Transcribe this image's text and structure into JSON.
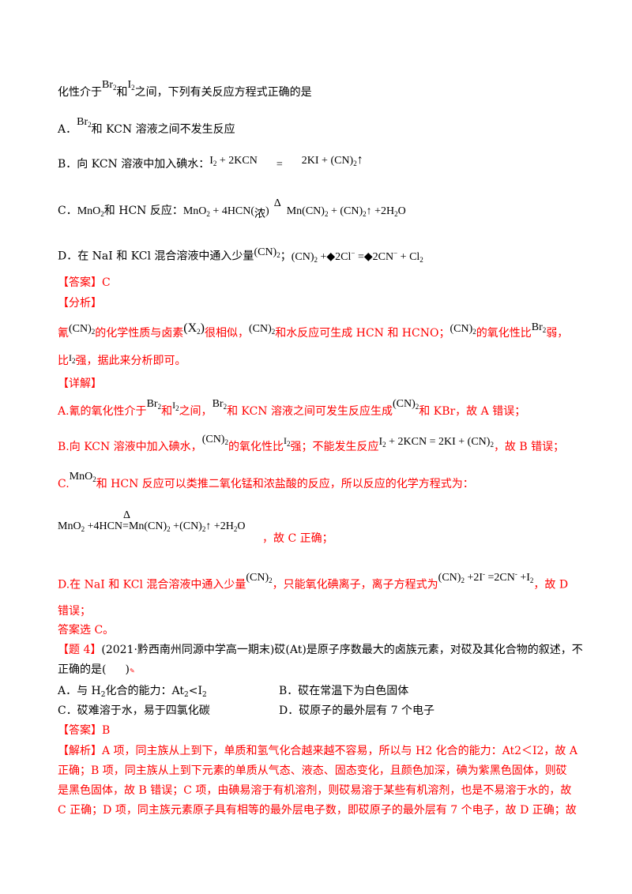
{
  "q3": {
    "stem": {
      "pre": "化性介于",
      "br2": "Br",
      "br2_sub": "2",
      "and": "和",
      "i2": "I",
      "i2_sub": "2",
      "post": "之间，下列有关反应方程式正确的是"
    },
    "optA": {
      "label": "A．",
      "br": "Br",
      "br_sub": "2",
      "text": "和 KCN 溶液之间不发生反应"
    },
    "optB": {
      "label": "B．向 KCN 溶液中加入碘水：",
      "eq_l": "I",
      "eq_l_sub": "2",
      "eq_l2": " + 2KCN",
      "eq_sign": "=",
      "eq_r": "2KI + (CN)",
      "eq_r_sub": "2",
      "eq_r_arrow": "↑"
    },
    "optC": {
      "label": "C．",
      "mno2": "MnO",
      "mno2_sub": "2",
      "text": "和 HCN 反应：",
      "eq_l": "MnO",
      "eq_l_sub": "2",
      "eq_l2": " + 4HCN(",
      "nong": "浓",
      "close": ")",
      "delta": "Δ",
      "eq_r": "Mn(CN)",
      "eq_r_sub": "2",
      "eq_r2": " + (CN)",
      "eq_r2_sub": "2",
      "eq_r3": "↑ +2H",
      "eq_r3_sub": "2",
      "eq_r4": "O"
    },
    "optD": {
      "label": "D．在 NaI 和 KCl 混合溶液中通入少量",
      "cn": "(CN)",
      "cn_sub": "2",
      "colon": "；",
      "eq": "(CN)",
      "eq_sub": "2",
      "eq2": " +◆2Cl",
      "eq2_sup": "−",
      "eq3": " =◆2CN",
      "eq3_sup": "−",
      "eq4": " + Cl",
      "eq4_sub": "2"
    }
  },
  "answer_label": "【答案】C",
  "analysis_label": "【分析】",
  "analysis": {
    "l1a": "氰",
    "cn": "(CN)",
    "cn_sub": "2",
    "l1b": "的化学性质与卤素",
    "x2": "(X",
    "x2_sub": "2",
    "x2_close": ")",
    "l1c": "很相似，",
    "l1d": "和水反应可生成 HCN 和 HCNO；",
    "l1e": "的氧化性比",
    "br": "Br",
    "br_sub": "2",
    "l1f": "弱，",
    "l2a": "比",
    "i": "I",
    "i_sub": "2",
    "l2b": "强，据此来分析即可。"
  },
  "detail_label": "【详解】",
  "detail": {
    "a1": "A.氰的氧化性介于",
    "a_and": "和",
    "a2": "之间，",
    "a3": "和 KCN 溶液之间可发生反应生成",
    "a4": "和 KBr，故 A 错误；",
    "b1": "B.向 KCN 溶液中加入碘水，",
    "b2": "的氧化性比",
    "b3": "强；不能发生反应",
    "b_eq": " + 2KCN = 2KI + (CN)",
    "b4": "，故 B 错误；",
    "c1": "C.",
    "c2": "和 HCN 反应可以类推二氧化锰和浓盐酸的反应，所以反应的化学方程式为：",
    "c_eq1": "MnO",
    "c_eq2": " +4HCN",
    "c_eq_sign": "=",
    "c_eq3": "Mn(CN)",
    "c_eq4": " +(CN)",
    "c_eq5": "↑ +2H",
    "c_eq6": "O",
    "c3": "，故 C 正确；",
    "d1": "D.在 NaI 和 KCl 混合溶液中通入少量",
    "d2": "，只能氧化碘离子，离子方程式为",
    "d_eq1": "(CN)",
    "d_eq2": " +2I",
    "d_eq2_sup": "-",
    "d_eq3": " =2CN",
    "d_eq3_sup": "-",
    "d_eq4": " +I",
    "d3": "，故 D",
    "d4": "错误；",
    "final": "答案选 C。"
  },
  "q4": {
    "label": "【题 4】",
    "l1": "(2021·黔西南州同源中学高一期末)砹(At)是原子序数最大的卤族元素，对砹及其化合物的叙述，不",
    "l2a": "正确的是(",
    "l2b": ")",
    "optA": "A．与 H",
    "optA_sub": "2",
    "optA2": "化合的能力：At",
    "optA_sub2": "2",
    "optA3": "<I",
    "optA_sub3": "2",
    "optB": "B．砹在常温下为白色固体",
    "optC": "C．砹难溶于水，易于四氯化碳",
    "optD": "D．砹原子的最外层有 7 个电子",
    "answer": "【答案】B",
    "exp_label": "【解析】",
    "exp1": "A 项，同主族从上到下，单质和氢气化合越来越不容易，所以与 H2 化合的能力：At2＜I2，故 A",
    "exp2": "正确；B 项，同主族从上到下元素的单质从气态、液态、固态变化，且颜色加深，碘为紫黑色固体，则砹",
    "exp3": "是黑色固体，故 B 错误；C 项，由碘易溶于有机溶剂，则砹易溶于某些有机溶剂，也是不易溶于水的，故",
    "exp4": "C 正确；D 项，同主族元素原子具有相等的最外层电子数，即砹原子的最外层有 7 个电子，故 D 正确；故"
  },
  "colors": {
    "text": "#000000",
    "accent": "#ff0000"
  }
}
